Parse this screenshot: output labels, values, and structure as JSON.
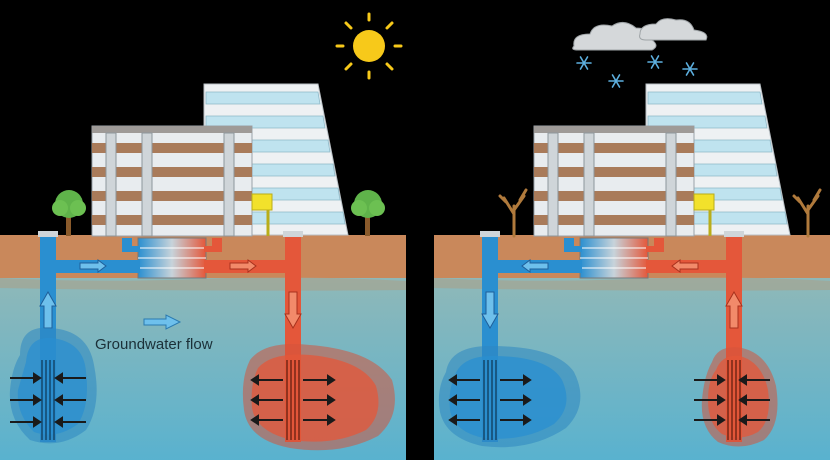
{
  "panels": [
    {
      "id": "summer",
      "weather": "sun-icon",
      "tree": "leafy-tree-icon",
      "flow_label": "Groundwater flow"
    },
    {
      "id": "winter",
      "weather": "snow-cloud-icon",
      "tree": "bare-tree-icon"
    }
  ],
  "colors": {
    "background": "#000000",
    "soil": "#c9885b",
    "water": "#6fb4c2",
    "cold": "#2a8fd0",
    "warm": "#e4573a",
    "cold_plume": "#2e86c1",
    "warm_plume": "#d4543c",
    "building_light": "#e8ecef",
    "building_stripe": "#a97b5a",
    "window": "#bfe3ef",
    "sun": "#f7c91a"
  }
}
